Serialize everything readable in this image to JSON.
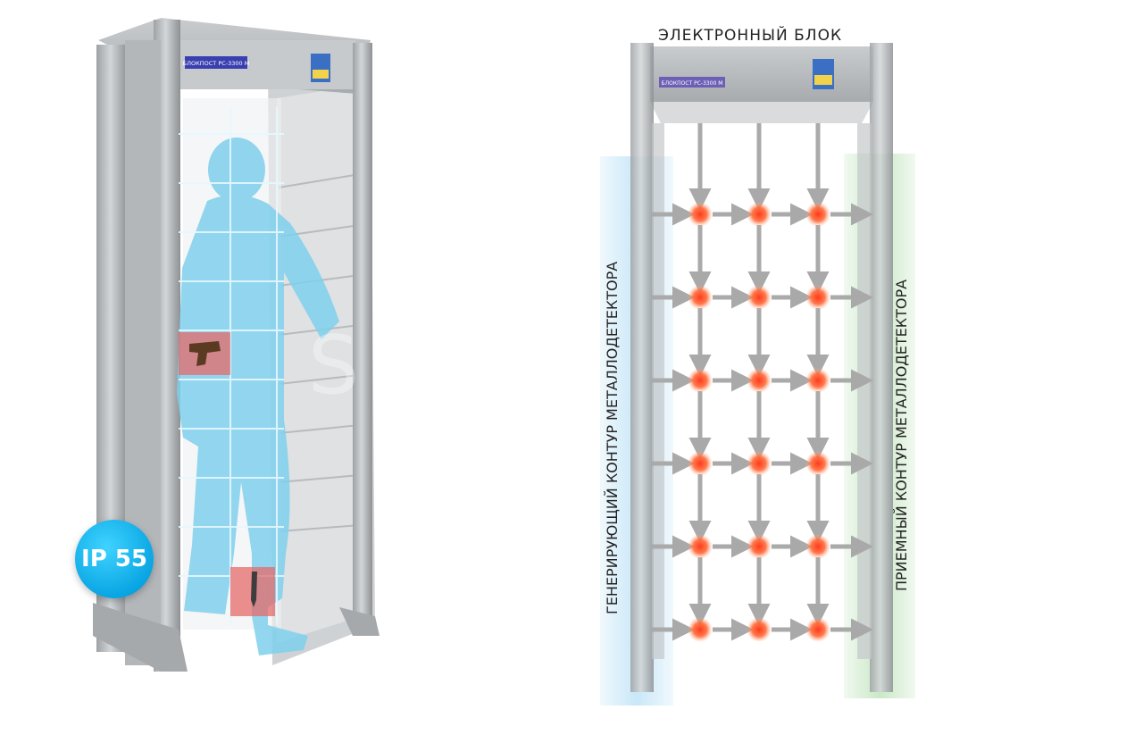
{
  "left_device": {
    "plate_text": "БЛОКПОСТ РС-3300 М",
    "badge": "IP 55"
  },
  "right_diagram": {
    "top_label": "ЭЛЕКТРОННЫЙ БЛОК",
    "left_label": "ГЕНЕРИРУЮЩИЙ КОНТУР МЕТАЛЛОДЕТЕКТОРА",
    "right_label": "ПРИЕМНЫЙ КОНТУР МЕТАЛЛОДЕТЕКТОРА",
    "plate_text": "БЛОКПОСТ РС-3300 М",
    "grid": {
      "rows": 6,
      "cols": 3
    }
  },
  "colors": {
    "frame": "#b7babd",
    "frame_dark": "#8f9396",
    "person": "#7fd0ec",
    "grid_line": "#dff6ff",
    "threat": "#e66a6a",
    "arrow": "#aaaaaa",
    "node": "#ff5a2a",
    "plate": "#3a3fb0",
    "transmit_glow": "#9cd4f2",
    "receive_glow": "#a6d9a0"
  }
}
